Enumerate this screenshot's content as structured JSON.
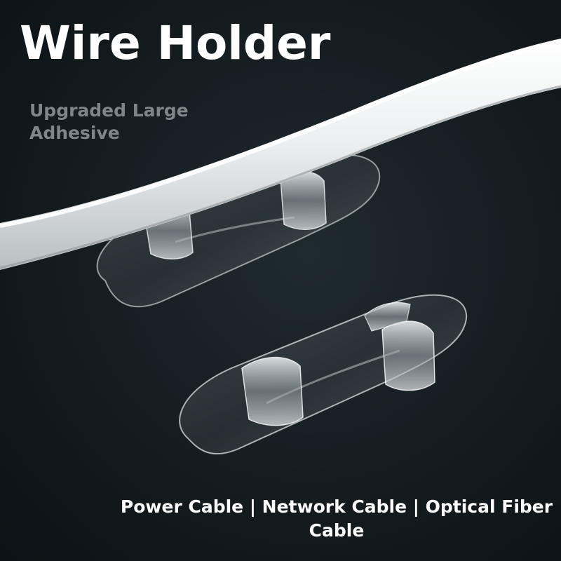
{
  "title": "Wire Holder",
  "subtitle": "Upgraded Large Adhesive",
  "caption": "Power Cable | Network Cable | Optical Fiber Cable",
  "colors": {
    "background": "#141c20",
    "title": "#ffffff",
    "subtitle": "#7e868b",
    "cable": "#eef0f0"
  }
}
